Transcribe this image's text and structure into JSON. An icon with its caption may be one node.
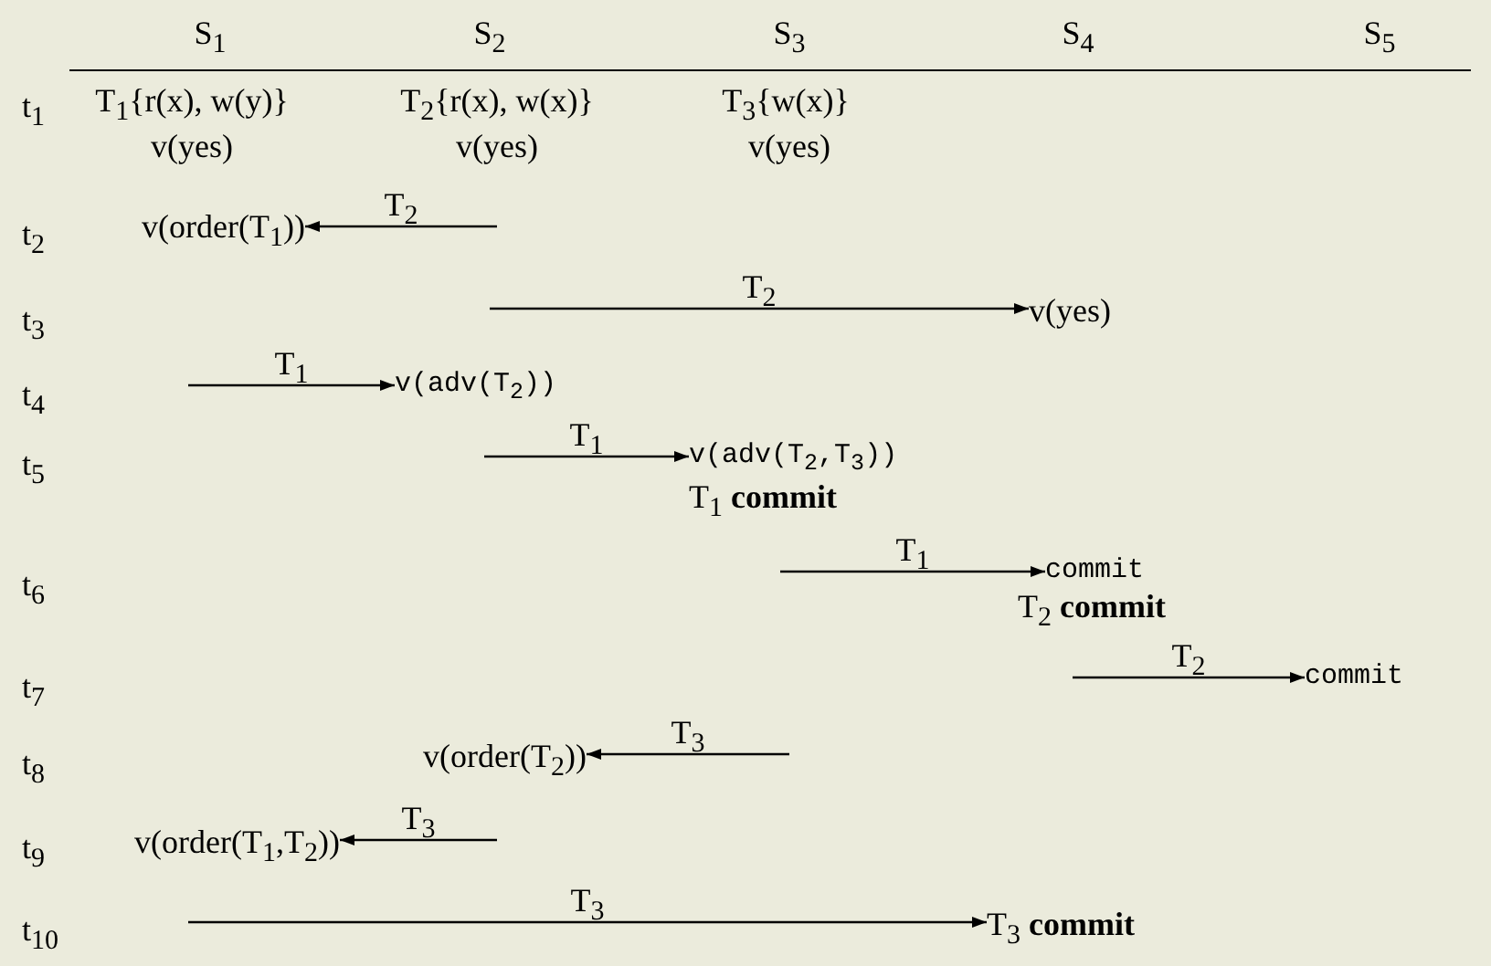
{
  "diagram": {
    "nodes": [
      {
        "text": [
          "v(order(T$_{1}$))"
        ]
      },
      {
        "text": [
          "v(yes)"
        ]
      },
      {
        "text": [
          "v(adv(T$_{2}$))"
        ]
      },
      {
        "text": [
          "v(adv(T$_{2}$,T$_{3}$))"
        ]
      },
      {
        "text": [
          "commit"
        ]
      },
      {
        "text": [
          "commit"
        ]
      },
      {
        "text": [
          "v(order(T$_{2}$))"
        ]
      },
      {
        "text": [
          "v(order(T$_{1}$,T$_{2}$))"
        ]
      },
      {
        "text": [
          "T$_{3}$ **commit**"
        ]
      }
    ],
    "edges": [
      {
        "from": null,
        "to": 0,
        "arrow": "to",
        "label": "T$_{2}$"
      },
      {
        "from": null,
        "to": 1,
        "arrow": "to",
        "label": "T$_{2}$"
      },
      {
        "from": null,
        "to": 2,
        "arrow": "to",
        "label": "T$_{1}$"
      },
      {
        "from": null,
        "to": 3,
        "arrow": "to",
        "label": "T$_{1}$"
      },
      {
        "from": null,
        "to": 4,
        "arrow": "to",
        "label": "T$_{1}$"
      },
      {
        "from": null,
        "to": 5,
        "arrow": "to",
        "label": "T$_{2}$"
      },
      {
        "from": null,
        "to": 6,
        "arrow": "to",
        "label": "T$_{3}$"
      },
      {
        "from": null,
        "to": 7,
        "arrow": "to",
        "label": "T$_{3}$"
      },
      {
        "from": null,
        "to": 8,
        "arrow": "to",
        "label": "T$_{3}$"
      }
    ],
    "labels": [
      "S$_{1}$",
      "S$_{2}$",
      "S$_{3}$",
      "S$_{4}$",
      "S$_{5}$",
      "t$_{1}$",
      "T$_{1}${r(x), w(y)}",
      "T$_{2}${r(x), w(x)}",
      "T$_{3}${w(x)}",
      "v(yes)",
      "v(yes)",
      "v(yes)",
      "t$_{2}$",
      "t$_{3}$",
      "t$_{4}$",
      "t$_{5}$",
      "T$_{1}$ **commit**",
      "t$_{6}$",
      "T$_{2}$ **commit**",
      "t$_{7}$",
      "t$_{8}$",
      "t$_{9}$",
      "t$_{10}$"
    ]
  }
}
